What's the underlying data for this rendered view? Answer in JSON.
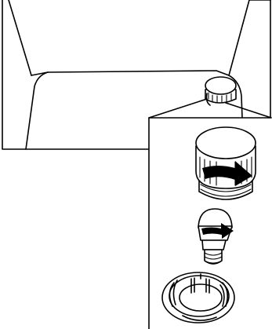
{
  "figure": {
    "background": "#ffffff",
    "line_color": "#000000",
    "parts": [
      "water-tank",
      "tank-cap",
      "filter-insert",
      "tank-opening"
    ],
    "arrows": [
      "unscrew-cap-arrow",
      "unscrew-insert-arrow"
    ]
  }
}
